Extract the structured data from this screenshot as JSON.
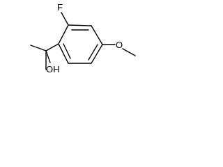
{
  "molecule": {
    "atoms": {
      "fluorine": "F",
      "ring_oxygen": "O",
      "hydroxyl": "OH"
    }
  }
}
